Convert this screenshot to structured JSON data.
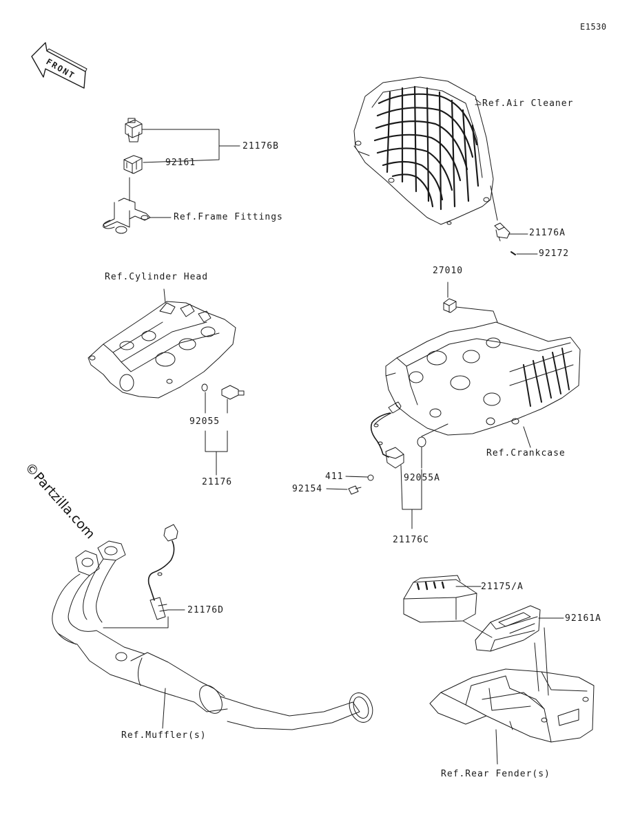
{
  "diagram_code": "E1530",
  "watermark": "©Partzilla.com",
  "front_arrow": {
    "label": "FRONT",
    "icon": "front-direction-arrow-icon"
  },
  "labels": {
    "air_cleaner": "Ref.Air Cleaner",
    "p21176a": "21176A",
    "p92172": "92172",
    "p21176b": "21176B",
    "p92161": "92161",
    "frame_fittings": "Ref.Frame Fittings",
    "cylinder_head": "Ref.Cylinder Head",
    "p92055": "92055",
    "p21176": "21176",
    "p27010": "27010",
    "crankcase": "Ref.Crankcase",
    "p411": "411",
    "p92055a": "92055A",
    "p92154": "92154",
    "p21176c": "21176C",
    "p21176d": "21176D",
    "muffler": "Ref.Muffler(s)",
    "p21175a": "21175/A",
    "p92161a": "92161A",
    "rear_fender": "Ref.Rear Fender(s)"
  }
}
